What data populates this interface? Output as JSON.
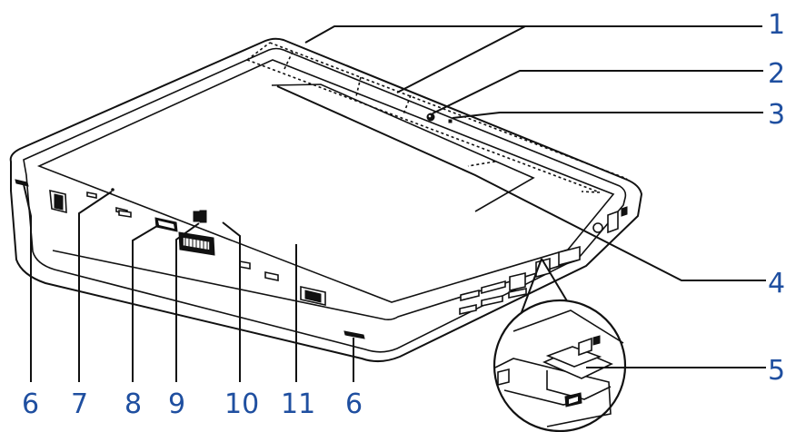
{
  "callouts": [
    "1",
    "2",
    "3",
    "4",
    "5",
    "6",
    "7",
    "8",
    "9",
    "10",
    "11",
    "6"
  ],
  "icons": {
    "windows_button": "windows-logo-icon",
    "camera": "camera-icon",
    "fingerprint_sensor": "fingerprint-sensor-icon"
  }
}
